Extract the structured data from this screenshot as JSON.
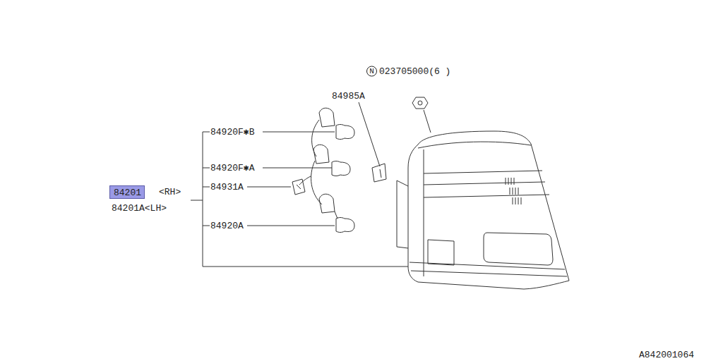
{
  "diagram": {
    "nodes": [
      {
        "text": [
          "84201"
        ]
      }
    ],
    "labels": [
      "N",
      "023705000(6 )",
      "84985A",
      "84920F✱B",
      "84920F✱A",
      "84931A",
      "<RH>",
      "84201A<LH>",
      "84920A",
      "A842001064"
    ]
  }
}
